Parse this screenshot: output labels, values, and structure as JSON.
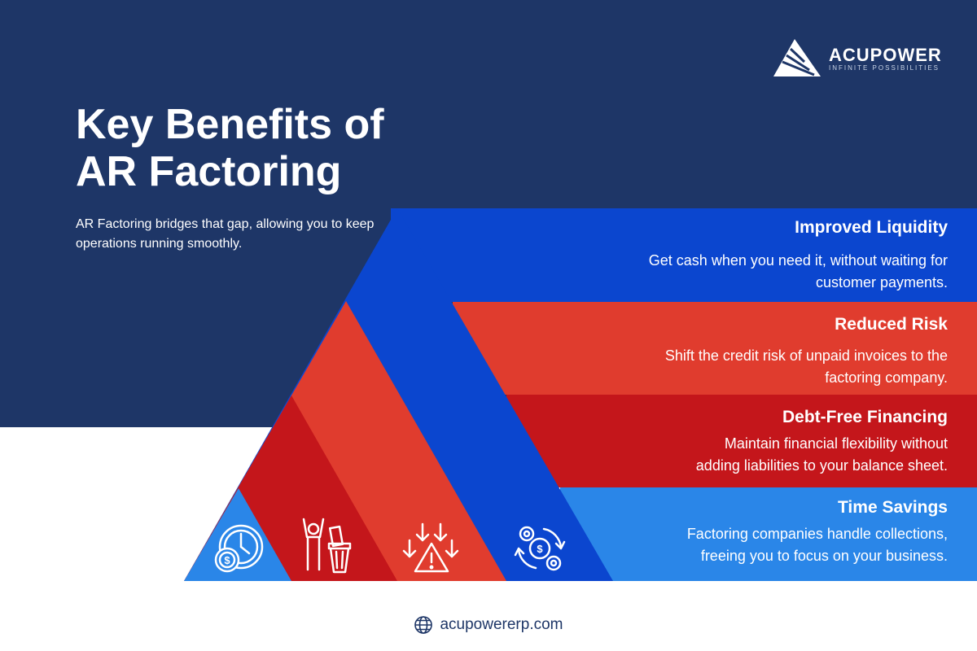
{
  "brand": {
    "name": "ACUPOWER",
    "tagline": "INFINITE POSSIBILITIES"
  },
  "hero": {
    "title_line1": "Key Benefits of",
    "title_line2": "AR Factoring",
    "subtitle": "AR Factoring bridges that gap, allowing you to keep operations running smoothly."
  },
  "benefits": [
    {
      "title": "Improved Liquidity",
      "line1": "Get cash when you need it, without waiting for",
      "line2": "customer payments."
    },
    {
      "title": "Reduced Risk",
      "line1": "Shift the credit risk of unpaid invoices to the",
      "line2": "factoring company."
    },
    {
      "title": "Debt-Free Financing",
      "line1": "Maintain financial flexibility without",
      "line2": "adding liabilities to your balance sheet."
    },
    {
      "title": "Time Savings",
      "line1": "Factoring companies handle collections,",
      "line2": "freeing you to focus on your business."
    }
  ],
  "icons": [
    "clock-dollar-icon",
    "debt-bin-icon",
    "risk-warning-icon",
    "cycle-gears-icon",
    "globe-icon"
  ],
  "footer": {
    "website": "acupowererp.com"
  },
  "colors": {
    "navy": "#1e3667",
    "blue": "#0b46cf",
    "red": "#e03c2e",
    "dark_red": "#c4161b",
    "light_blue": "#2a86e8"
  }
}
